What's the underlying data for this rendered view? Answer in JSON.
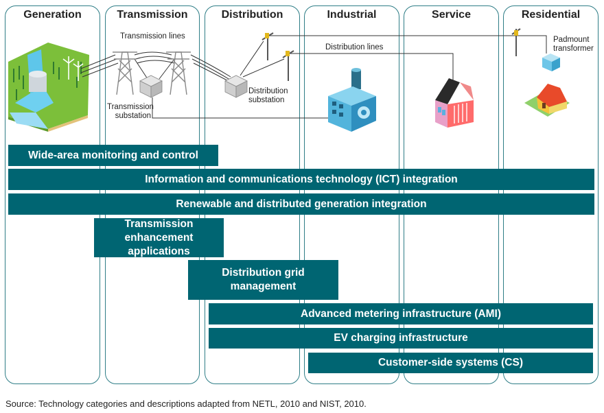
{
  "columns": [
    {
      "key": "generation",
      "title": "Generation"
    },
    {
      "key": "transmission",
      "title": "Transmission"
    },
    {
      "key": "distribution",
      "title": "Distribution"
    },
    {
      "key": "industrial",
      "title": "Industrial"
    },
    {
      "key": "service",
      "title": "Service"
    },
    {
      "key": "residential",
      "title": "Residential"
    }
  ],
  "labels": {
    "transmission_lines": "Transmission lines",
    "transmission_substation": "Transmission\nsubstation",
    "distribution_substation": "Distribution\nsubstation",
    "distribution_lines": "Distribution lines",
    "padmount_transformer": "Padmount\ntransformer"
  },
  "bars": [
    {
      "key": "wamc",
      "label": "Wide-area monitoring and control"
    },
    {
      "key": "ict",
      "label": "Information and communications technology (ICT) integration"
    },
    {
      "key": "rdg",
      "label": "Renewable and distributed generation integration"
    },
    {
      "key": "tea",
      "label": "Transmission\nenhancement applications"
    },
    {
      "key": "dgm",
      "label": "Distribution grid\nmanagement"
    },
    {
      "key": "ami",
      "label": "Advanced metering infrastructure (AMI)"
    },
    {
      "key": "ev",
      "label": "EV charging infrastructure"
    },
    {
      "key": "cs",
      "label": "Customer-side systems (CS)"
    }
  ],
  "colors": {
    "bar": "#006572",
    "border": "#2e7d86"
  },
  "source": "Source: Technology categories and descriptions adapted from NETL, 2010 and NIST, 2010."
}
